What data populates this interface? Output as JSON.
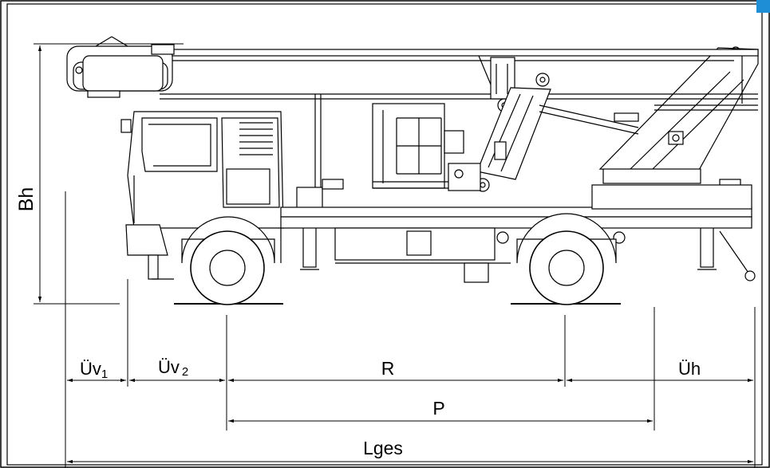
{
  "labels": {
    "bh": "Bh",
    "uev1_main": "Üv",
    "uev1_sub": "1",
    "uev2_main": "Üv",
    "uev2_sub": "2",
    "r": "R",
    "ueh": "Üh",
    "p": "P",
    "lges": "Lges"
  },
  "colors": {
    "line": "#000000",
    "background": "#ffffff",
    "corner_accent": "#1e8fd6"
  }
}
